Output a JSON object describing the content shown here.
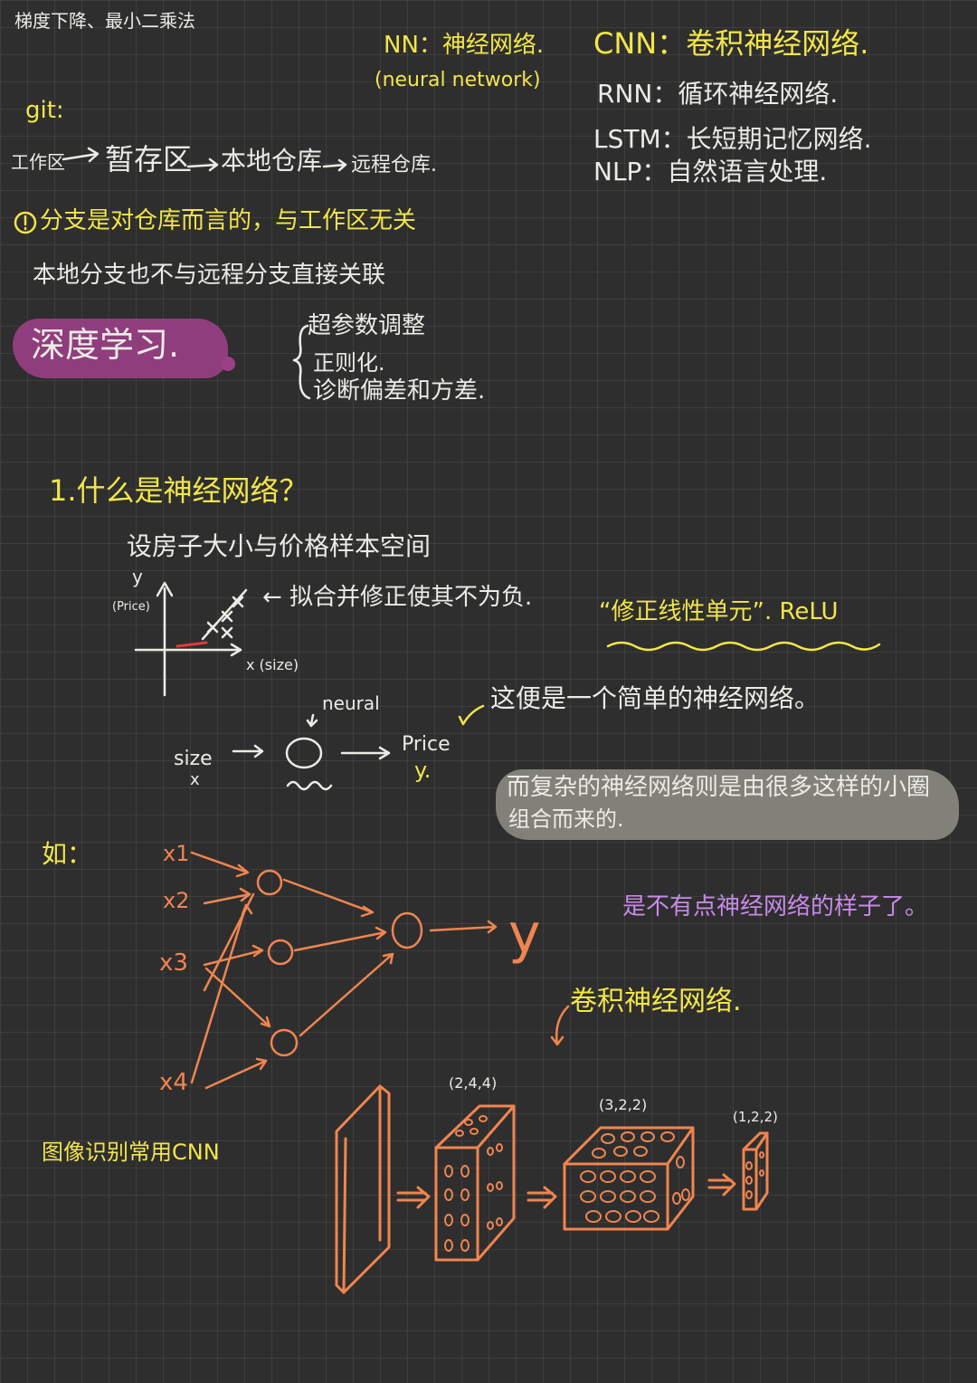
{
  "notes": {
    "gradient": "梯度下降、最小二乘法",
    "git_title": "git:",
    "git_flow": {
      "workspace": "工作区",
      "staging": "暂存区",
      "local_repo": "本地仓库",
      "remote_repo": "远程仓库."
    },
    "branch_note_1": "分支是对仓库而言的，与工作区无关",
    "branch_note_2": "本地分支也不与远程分支直接关联",
    "deep_learning": "深度学习.",
    "dl_topics": [
      "超参数调整",
      "正则化.",
      "诊断偏差和方差."
    ],
    "terms": {
      "nn": "NN：神经网络.",
      "nn_en": "(neural network)",
      "cnn": "CNN：卷积神经网络.",
      "rnn": "RNN：循环神经网络.",
      "lstm": "LSTM：长短期记忆网络.",
      "nlp": "NLP：自然语言处理."
    },
    "question": "1.什么是神经网络？",
    "house": "设房子大小与价格样本空间",
    "graph": {
      "y_label": "y",
      "y_sub": "(Price)",
      "x_label": "x (size)",
      "fit_note": "← 拟合并修正使其不为负."
    },
    "relu": "“修正线性单元”. ReLU",
    "simple_nn": {
      "neural": "neural",
      "size": "size",
      "x": "x",
      "price": "Price",
      "y": "y.",
      "caption": "这便是一个简单的神经网络。"
    },
    "complex_note_1": "而复杂的神经网络则是由很多这样的小圈",
    "complex_note_2": "组合而来的.",
    "example": "如：",
    "network": {
      "inputs": [
        "x1",
        "x2",
        "x3",
        "x4"
      ],
      "output": "y"
    },
    "looks_like": "是不有点神经网络的样子了。",
    "cnn_label": "卷积神经网络.",
    "image_rec": "图像识别常用CNN",
    "cnn_dims": [
      "(2,4,4)",
      "(3,2,2)",
      "(1,2,2)"
    ]
  },
  "colors": {
    "background": "#2e2e2e",
    "ink_white": "#ecebe6",
    "ink_yellow": "#f2e64a",
    "ink_orange": "#f08550",
    "ink_purple": "#c88ae8",
    "highlight_pink": "#9b3f86",
    "highlight_gray": "#8b8b82"
  }
}
